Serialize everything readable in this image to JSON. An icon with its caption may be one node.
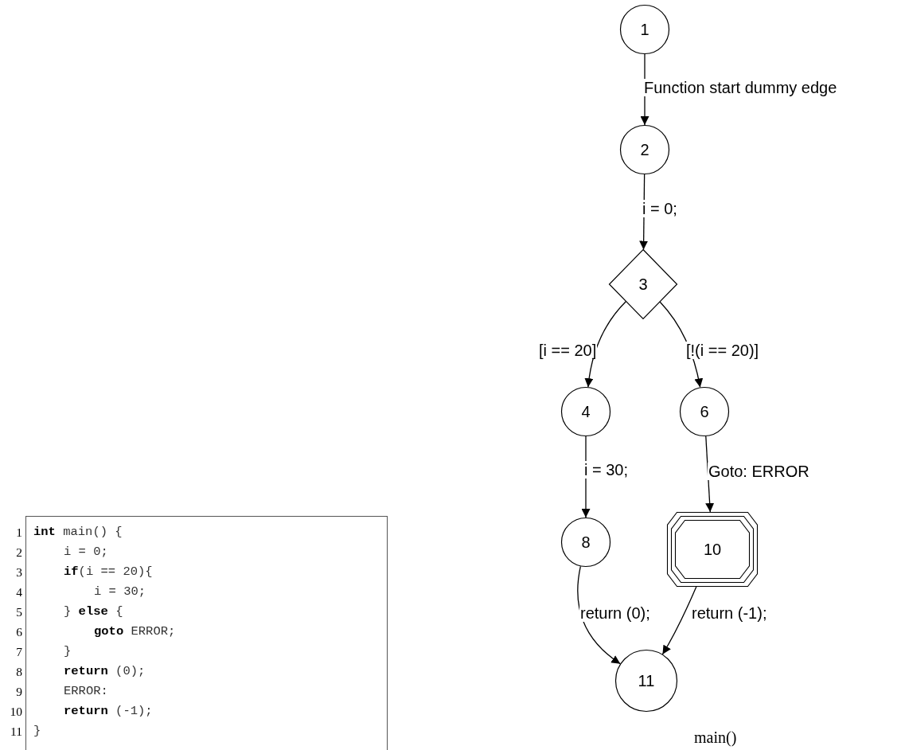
{
  "diagram": {
    "nodes": [
      {
        "text": [
          "1"
        ]
      },
      {
        "text": [
          "2"
        ]
      },
      {
        "text": [
          "3"
        ]
      },
      {
        "text": [
          "4"
        ]
      },
      {
        "text": [
          "6"
        ]
      },
      {
        "text": [
          "8"
        ]
      },
      {
        "text": [
          "10"
        ]
      },
      {
        "text": [
          "11"
        ]
      }
    ],
    "edges": [
      {
        "from": 0,
        "to": 1,
        "arrow": "to",
        "label": "Function start dummy edge"
      },
      {
        "from": 1,
        "to": 2,
        "arrow": "to",
        "label": "i = 0;"
      },
      {
        "from": 2,
        "to": 3,
        "arrow": "to",
        "label": "[i == 20]"
      },
      {
        "from": 2,
        "to": 4,
        "arrow": "to",
        "label": "[!(i == 20)]"
      },
      {
        "from": 3,
        "to": 5,
        "arrow": "to",
        "label": "i = 30;"
      },
      {
        "from": 4,
        "to": 6,
        "arrow": "to",
        "label": "Goto: ERROR"
      },
      {
        "from": 5,
        "to": 7,
        "arrow": "to",
        "label": "return (0);"
      },
      {
        "from": 6,
        "to": 7,
        "arrow": "to",
        "label": "return (-1);"
      }
    ],
    "labels": [
      "1",
      "**int** main() {",
      "2",
      "i = 0;",
      "3",
      "**if**(i == 20){",
      "4",
      "i = 30;",
      "5",
      "} **else** {",
      "6",
      "**goto** ERROR;",
      "7",
      "}",
      "8",
      "**return** (0);",
      "9",
      "ERROR:",
      "10",
      "**return** (-1);",
      "11",
      "}",
      "main()"
    ]
  }
}
